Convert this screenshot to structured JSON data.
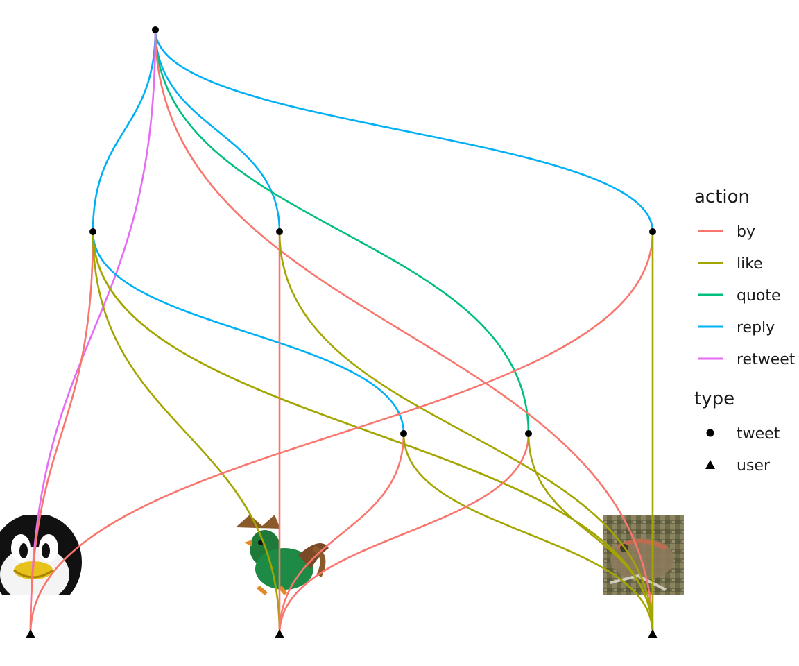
{
  "legend": {
    "action_title": "action",
    "actions": [
      {
        "label": "by",
        "color": "#F8766D"
      },
      {
        "label": "like",
        "color": "#A3A500"
      },
      {
        "label": "quote",
        "color": "#00BF7D"
      },
      {
        "label": "reply",
        "color": "#00B0F6"
      },
      {
        "label": "retweet",
        "color": "#E76BF3"
      }
    ],
    "type_title": "type",
    "types": [
      {
        "label": "tweet",
        "shape": "circle"
      },
      {
        "label": "user",
        "shape": "triangle"
      }
    ]
  },
  "graph": {
    "nodes": [
      {
        "id": "t0",
        "type": "tweet"
      },
      {
        "id": "t1",
        "type": "tweet"
      },
      {
        "id": "t2",
        "type": "tweet"
      },
      {
        "id": "t3",
        "type": "tweet"
      },
      {
        "id": "t4",
        "type": "tweet"
      },
      {
        "id": "t5",
        "type": "tweet"
      },
      {
        "id": "u_penguin",
        "type": "user",
        "avatar": "penguin-avatar"
      },
      {
        "id": "u_rooster",
        "type": "user",
        "avatar": "rooster-avatar"
      },
      {
        "id": "u_bird",
        "type": "user",
        "avatar": "bird-photo-avatar"
      }
    ],
    "edges": [
      {
        "from": "t0",
        "to": "t1",
        "action": "reply"
      },
      {
        "from": "t0",
        "to": "t2",
        "action": "reply"
      },
      {
        "from": "t0",
        "to": "t3",
        "action": "reply"
      },
      {
        "from": "t0",
        "to": "t5",
        "action": "quote"
      },
      {
        "from": "t0",
        "to": "u_bird",
        "action": "by"
      },
      {
        "from": "t0",
        "to": "u_penguin",
        "action": "retweet"
      },
      {
        "from": "t1",
        "to": "u_penguin",
        "action": "by"
      },
      {
        "from": "t1",
        "to": "t4",
        "action": "reply"
      },
      {
        "from": "t1",
        "to": "u_rooster",
        "action": "like"
      },
      {
        "from": "t1",
        "to": "u_bird",
        "action": "like"
      },
      {
        "from": "t1",
        "to": "u_bird",
        "action": "like"
      },
      {
        "from": "t2",
        "to": "u_rooster",
        "action": "by"
      },
      {
        "from": "t2",
        "to": "u_bird",
        "action": "like"
      },
      {
        "from": "t3",
        "to": "u_penguin",
        "action": "by"
      },
      {
        "from": "t3",
        "to": "u_bird",
        "action": "like"
      },
      {
        "from": "t4",
        "to": "u_rooster",
        "action": "by"
      },
      {
        "from": "t4",
        "to": "u_bird",
        "action": "like"
      },
      {
        "from": "t5",
        "to": "u_rooster",
        "action": "by"
      },
      {
        "from": "t5",
        "to": "u_bird",
        "action": "like"
      }
    ]
  }
}
